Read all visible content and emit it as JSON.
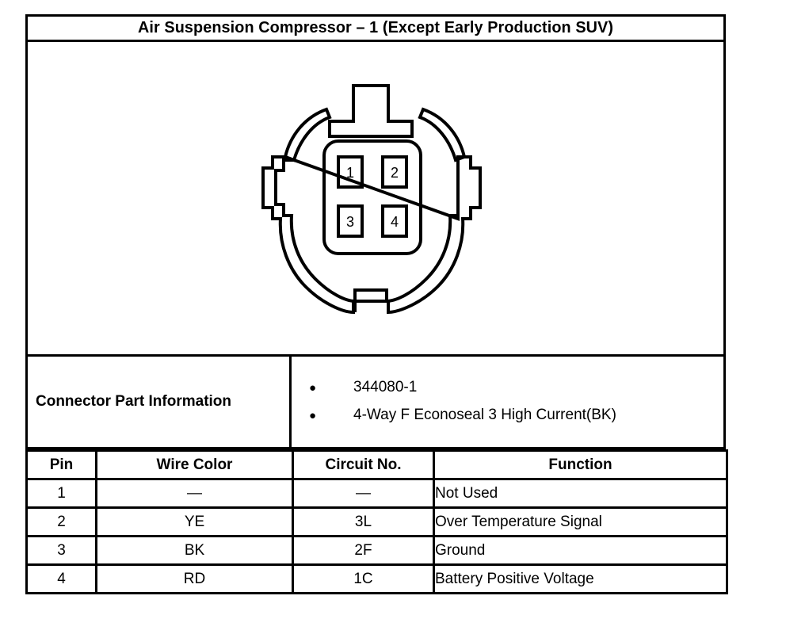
{
  "title": "Air Suspension Compressor – 1 (Except Early Production SUV)",
  "connector_diagram": {
    "name": "4-way connector face view",
    "pins": [
      {
        "label": "1",
        "position": "top-left"
      },
      {
        "label": "2",
        "position": "top-right"
      },
      {
        "label": "3",
        "position": "bottom-left"
      },
      {
        "label": "4",
        "position": "bottom-right"
      }
    ]
  },
  "connector_part_information": {
    "label": "Connector Part Information",
    "bullet_glyph": "●",
    "items": [
      "344080-1",
      "4-Way F Econoseal 3 High Current(BK)"
    ]
  },
  "pin_table": {
    "headers": [
      "Pin",
      "Wire Color",
      "Circuit No.",
      "Function"
    ],
    "rows": [
      {
        "pin": "1",
        "wire_color": "—",
        "circuit_no": "—",
        "function": "Not Used"
      },
      {
        "pin": "2",
        "wire_color": "YE",
        "circuit_no": "3L",
        "function": "Over Temperature Signal"
      },
      {
        "pin": "3",
        "wire_color": "BK",
        "circuit_no": "2F",
        "function": "Ground"
      },
      {
        "pin": "4",
        "wire_color": "RD",
        "circuit_no": "1C",
        "function": "Battery Positive Voltage"
      }
    ]
  },
  "colors": {
    "line": "#000000",
    "background": "#ffffff"
  }
}
